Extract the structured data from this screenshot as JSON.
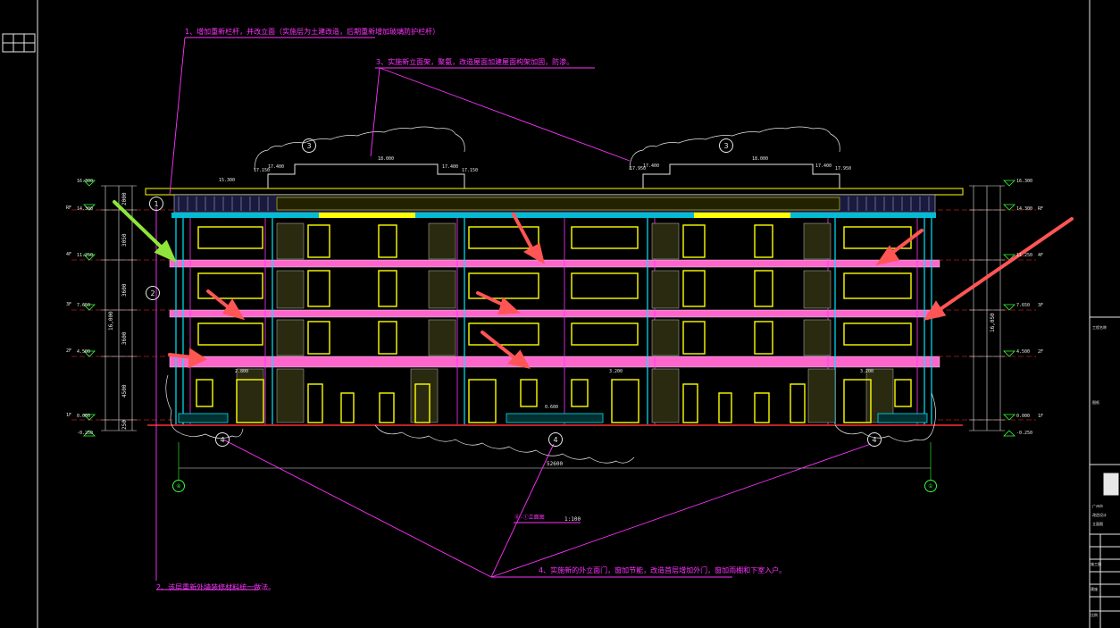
{
  "notes": {
    "n1": "1、增加重新栏杆，并改立面（实施层为土建改造，后期重新增加玻璃防护栏杆）",
    "n2": "2、该层重新外墙装修材料统一做法。",
    "n3": "3、实施新立面架，聚氨，改造屋面加建屋面构架加固，防渗。",
    "n4": "4、实施新的外立面门，窗加节能，改造首层增加外门，窗加雨棚和下室入户。"
  },
  "revision_marks": {
    "r1": "1",
    "r2": "2",
    "r3a": "3",
    "r3b": "3",
    "r4a": "4",
    "r4b": "4",
    "r4c": "4"
  },
  "axes": {
    "left": "④",
    "right": "①"
  },
  "total_width": "52600",
  "drawing_title": {
    "name": "⑥-①立面图",
    "scale": "1:100"
  },
  "roof_levels": {
    "left_top": "18.000",
    "right_top": "18.000",
    "left_a": "17.400",
    "left_b": "17.150",
    "left_c": "17.400",
    "left_d": "17.150",
    "right_a": "17.950",
    "right_b": "17.400",
    "right_c": "17.400",
    "right_d": "17.950",
    "parapet": "15.300"
  },
  "left_levels": [
    {
      "label": "16.300",
      "tag": ""
    },
    {
      "label": "14.300",
      "tag": "RF"
    },
    {
      "label": "11.250",
      "tag": "4F"
    },
    {
      "label": "7.650",
      "tag": "3F"
    },
    {
      "label": "4.500",
      "tag": "2F"
    },
    {
      "label": "0.000",
      "tag": "1F"
    },
    {
      "label": "-0.250",
      "tag": ""
    }
  ],
  "right_levels": [
    {
      "label": "16.300",
      "tag": ""
    },
    {
      "label": "14.300",
      "tag": "RF"
    },
    {
      "label": "11.250",
      "tag": "4F"
    },
    {
      "label": "7.650",
      "tag": "3F"
    },
    {
      "label": "4.500",
      "tag": "2F"
    },
    {
      "label": "0.000",
      "tag": "1F"
    },
    {
      "label": "-0.250",
      "tag": ""
    }
  ],
  "left_dims": [
    "2000",
    "3050",
    "3600",
    "3600",
    "4500",
    "250"
  ],
  "height_total": "16,000",
  "right_height_total": "16,050",
  "ground_level": "0.600",
  "bay_dims": [
    "2.800",
    "3.200",
    "3.200"
  ],
  "title_block": {
    "t1": "工程名称",
    "t2": "图纸",
    "t3": "立面图",
    "t4": "广州市",
    "t5": "改造设计",
    "t6": "施工图",
    "t7": "建施",
    "t8": "比例"
  },
  "colors": {
    "background": "#000000",
    "magenta": "#ff33ff",
    "cyan": "#00e5ff",
    "yellow": "#ffff00",
    "red": "#ff3030",
    "green": "#34ff34",
    "white": "#e8e8e8",
    "arrow_red": "#ff5555",
    "arrow_green": "#8fe53a"
  }
}
